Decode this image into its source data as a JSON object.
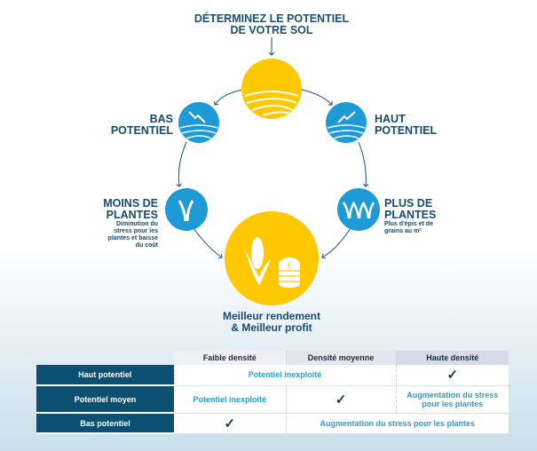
{
  "title": {
    "line1": "DÉTERMINEZ LE POTENTIEL",
    "line2": "DE VOTRE SOL"
  },
  "nodes": {
    "bas": {
      "line1": "BAS",
      "line2": "POTENTIEL"
    },
    "haut": {
      "line1": "HAUT",
      "line2": "POTENTIEL"
    },
    "moins": {
      "line1": "MOINS DE",
      "line2": "PLANTES",
      "desc": [
        "Diminution du",
        "stress pour les",
        "plantes et baisse",
        "du coût"
      ]
    },
    "plus": {
      "line1": "PLUS DE",
      "line2": "PLANTES",
      "desc": [
        "Plus d'épis et de",
        "grains au m²"
      ]
    },
    "result": {
      "line1": "Meilleur rendement",
      "line2": "& Meilleur profit"
    }
  },
  "colors": {
    "yellow": "#ffc800",
    "blue": "#1e9ad6",
    "navy": "#0b4f72"
  },
  "table": {
    "headers": [
      "Faible densité",
      "Densité moyenne",
      "Haute densité"
    ],
    "rows": [
      {
        "label": "Haut potentiel",
        "merged": "Potentiel inexploité",
        "haute": "✓"
      },
      {
        "label": "Potentiel moyen",
        "faible": "Potentiel inexploité",
        "moyenne": "✓",
        "haute": "Augmentation du stress pour les plantes"
      },
      {
        "label": "Bas potentiel",
        "faible": "✓",
        "merged": "Augmentation du stress pour les plantes"
      }
    ]
  }
}
